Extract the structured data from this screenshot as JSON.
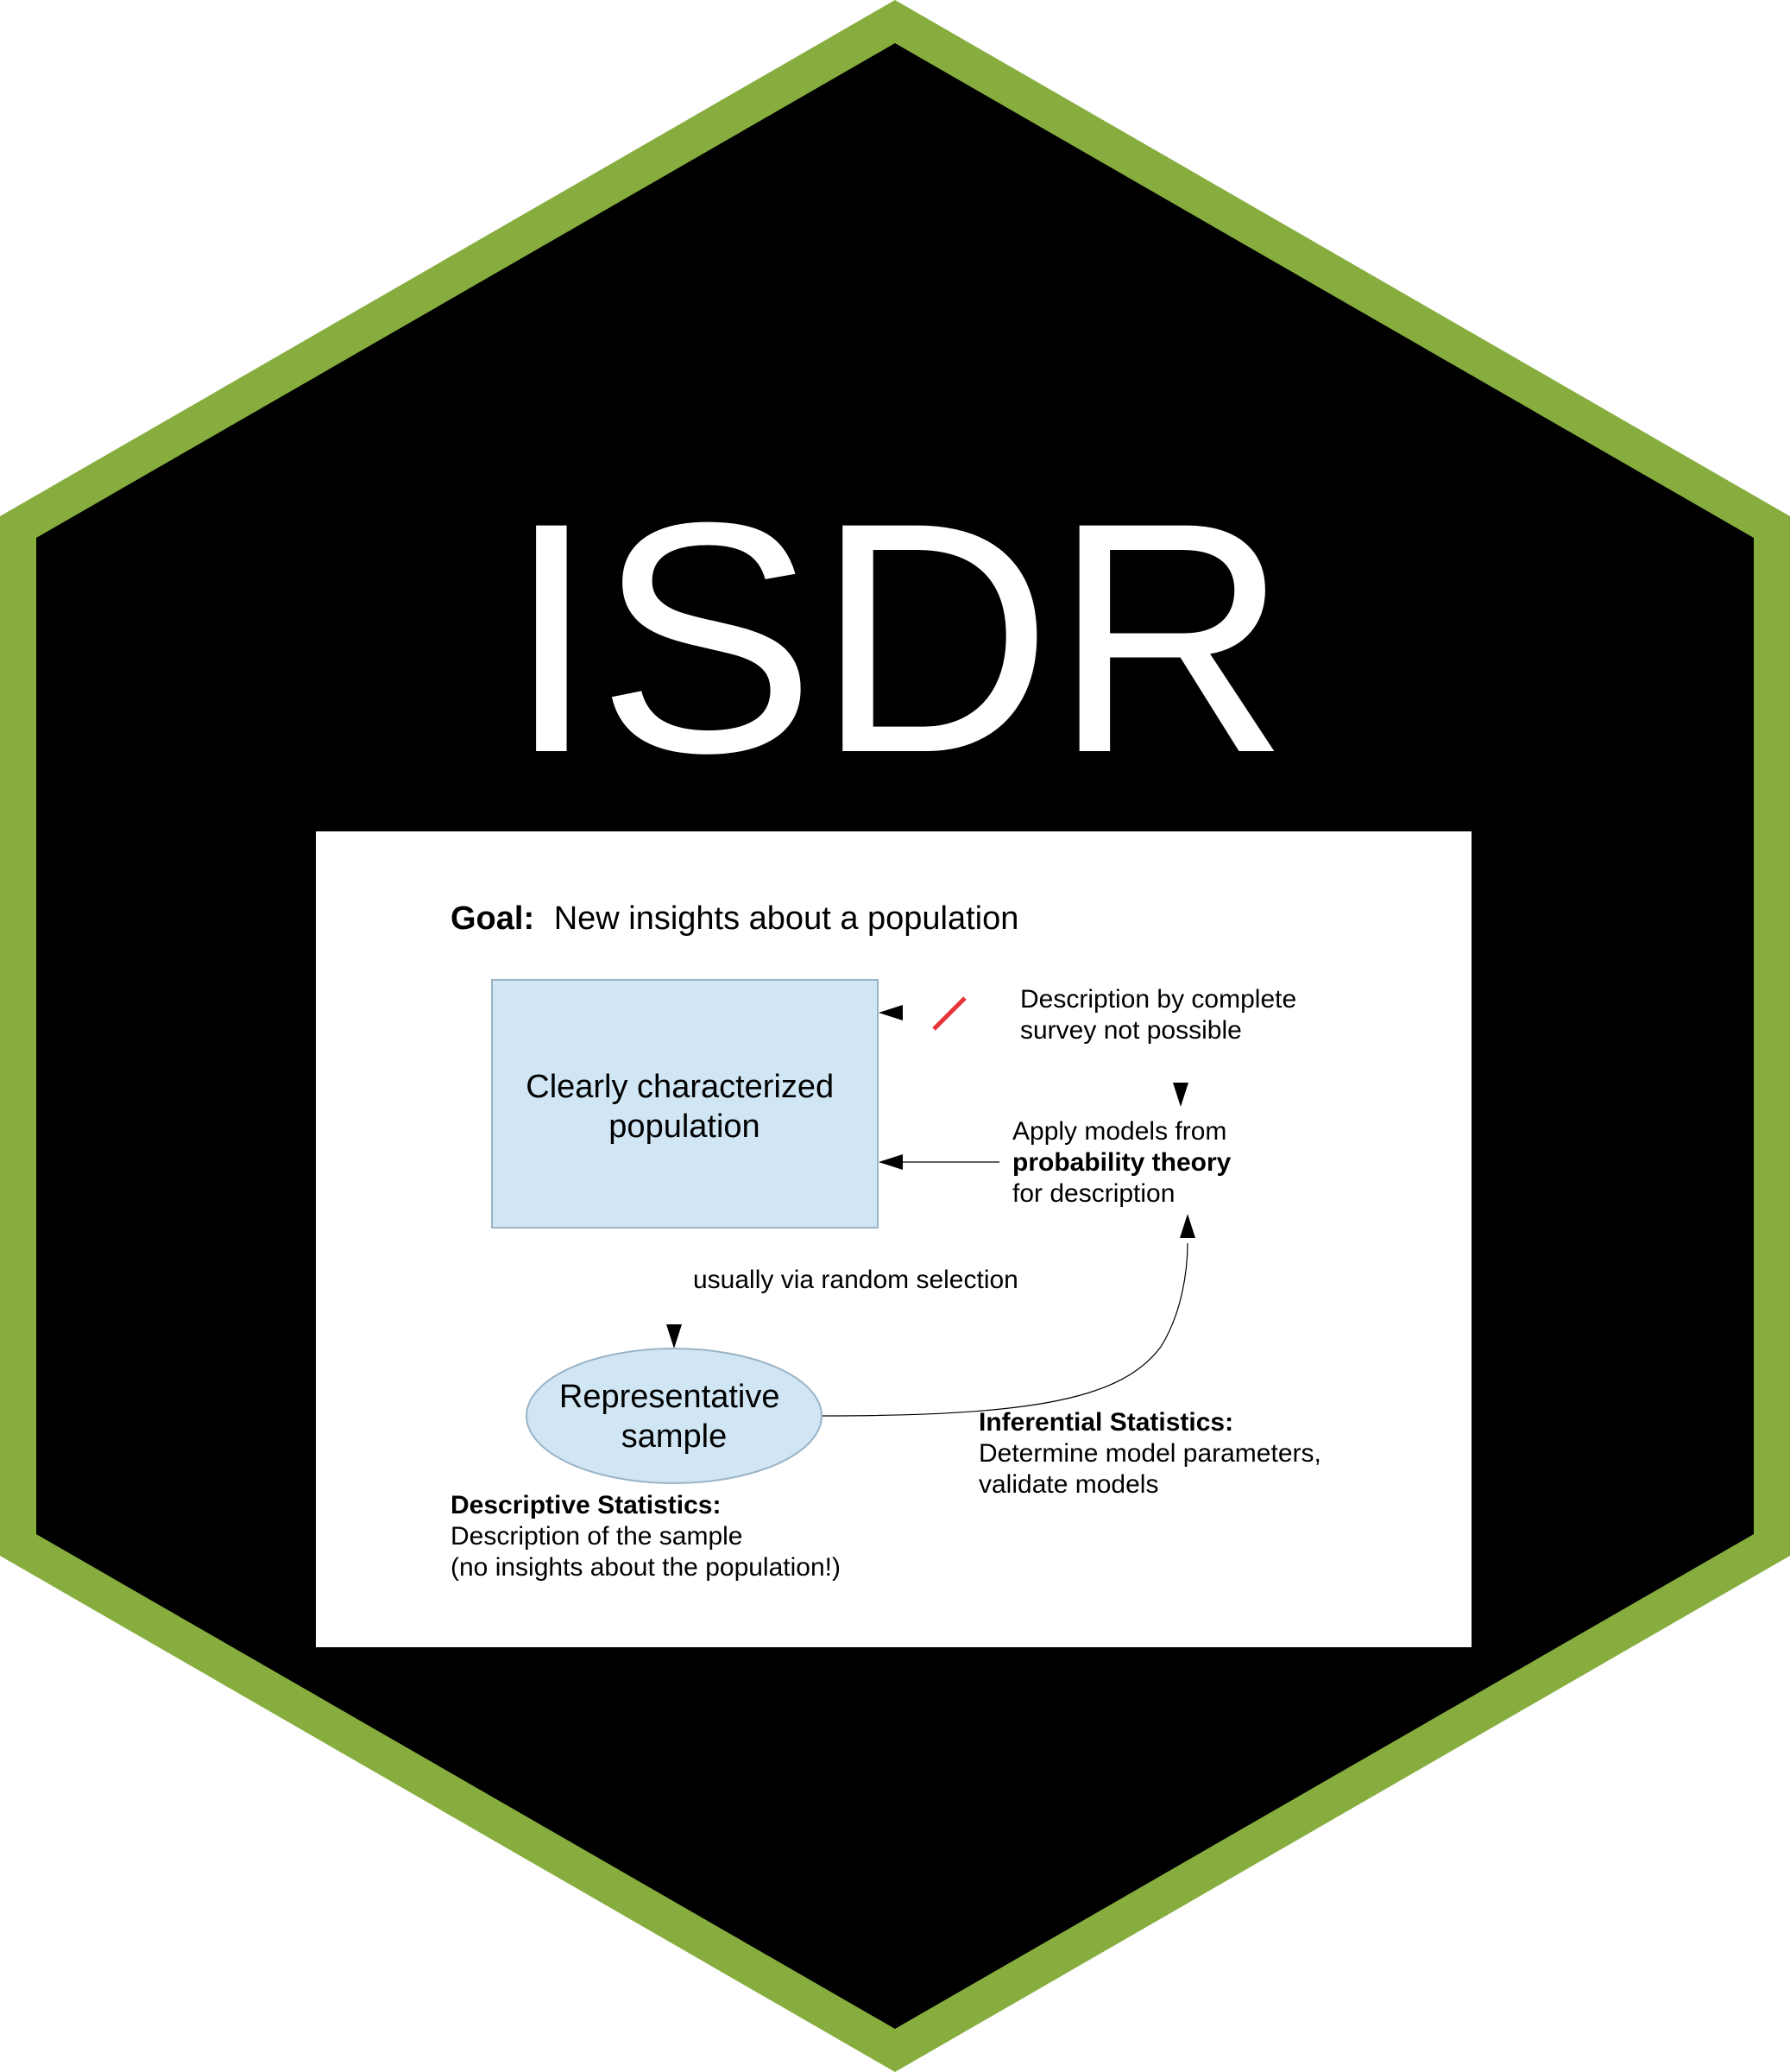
{
  "colors": {
    "hex_border": "#86ad3e",
    "hex_fill": "#000000",
    "title_text": "#ffffff",
    "panel_bg": "#ffffff",
    "population_box_fill": "#d0e6f4",
    "population_box_stroke": "#9ab4c6",
    "sample_ellipse_fill": "#d0e6f4",
    "sample_ellipse_stroke": "#9ab4c6",
    "strike_mark": "#e8343a",
    "text": "#000000"
  },
  "title": "ISDR",
  "diagram": {
    "goal_label": "Goal:",
    "goal_text": "New insights about a population",
    "population_box": {
      "line1": "Clearly characterized",
      "line2": "population"
    },
    "survey_note": {
      "line1": "Description by complete",
      "line2": "survey not possible"
    },
    "models_note": {
      "line1": "Apply models from",
      "line2": "probability theory",
      "line3": "for description"
    },
    "selection_label": "usually via random selection",
    "sample_ellipse": {
      "line1": "Representative",
      "line2": "sample"
    },
    "descriptive": {
      "heading": "Descriptive Statistics:",
      "line1": "Description of the sample",
      "line2": "(no insights about the population!)"
    },
    "inferential": {
      "heading": "Inferential Statistics:",
      "line1": "Determine model parameters,",
      "line2": "validate models"
    }
  },
  "icons": [
    "strike-mark-icon",
    "arrow-head-icon"
  ]
}
